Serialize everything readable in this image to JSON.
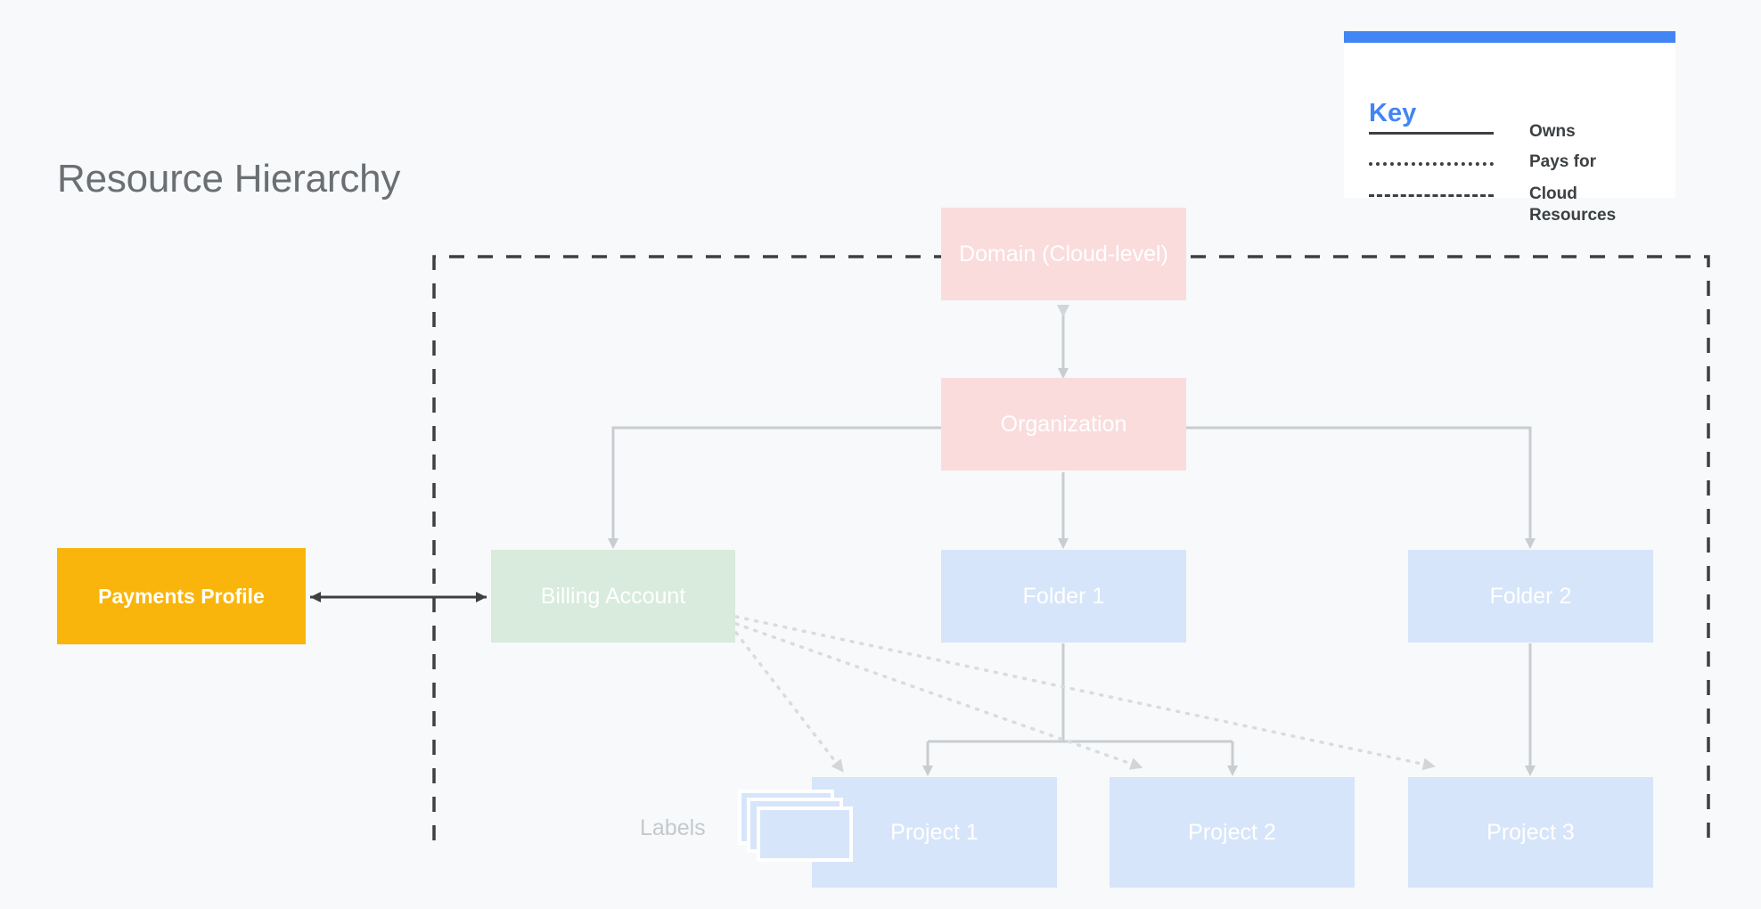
{
  "page": {
    "title": "Resource Hierarchy",
    "background_color": "#f7f9fa"
  },
  "key_panel": {
    "title": "Key",
    "accent_color": "#4285f4",
    "rows": [
      {
        "style": "solid",
        "label": "Owns"
      },
      {
        "style": "dotted",
        "label": "Pays for"
      },
      {
        "style": "dashed",
        "label": "Cloud Resources"
      }
    ]
  },
  "diagram": {
    "labels_caption": "Labels",
    "nodes": [
      {
        "id": "domain",
        "label": "Domain (Cloud-level)",
        "color": "#fadcdc",
        "text_color": "#ffffff"
      },
      {
        "id": "org",
        "label": "Organization",
        "color": "#fadcdc",
        "text_color": "#ffffff"
      },
      {
        "id": "billing",
        "label": "Billing Account",
        "color": "#d8ebdc",
        "text_color": "#ffffff"
      },
      {
        "id": "folder1",
        "label": "Folder 1",
        "color": "#d7e5fa",
        "text_color": "#ffffff"
      },
      {
        "id": "folder2",
        "label": "Folder 2",
        "color": "#d7e5fa",
        "text_color": "#ffffff"
      },
      {
        "id": "project1",
        "label": "Project 1",
        "color": "#d7e5fa",
        "text_color": "#ffffff"
      },
      {
        "id": "project2",
        "label": "Project 2",
        "color": "#d7e5fa",
        "text_color": "#ffffff"
      },
      {
        "id": "project3",
        "label": "Project 3",
        "color": "#d7e5fa",
        "text_color": "#ffffff"
      },
      {
        "id": "payments",
        "label": "Payments Profile",
        "color": "#f9b50b",
        "text_color": "#ffffff"
      }
    ],
    "edges": [
      {
        "from": "domain",
        "to": "org",
        "style": "owns"
      },
      {
        "from": "org",
        "to": "domain",
        "style": "owns"
      },
      {
        "from": "org",
        "to": "billing",
        "style": "owns"
      },
      {
        "from": "org",
        "to": "folder1",
        "style": "owns"
      },
      {
        "from": "org",
        "to": "folder2",
        "style": "owns"
      },
      {
        "from": "folder1",
        "to": "project1",
        "style": "owns"
      },
      {
        "from": "folder1",
        "to": "project2",
        "style": "owns"
      },
      {
        "from": "folder2",
        "to": "project3",
        "style": "owns"
      },
      {
        "from": "billing",
        "to": "project1",
        "style": "pays-for"
      },
      {
        "from": "billing",
        "to": "project2",
        "style": "pays-for"
      },
      {
        "from": "billing",
        "to": "project3",
        "style": "pays-for"
      },
      {
        "from": "payments",
        "to": "billing",
        "style": "bidirectional"
      }
    ],
    "cloud_resources_boundary": {
      "style": "dashed",
      "color": "#3c4043"
    }
  }
}
